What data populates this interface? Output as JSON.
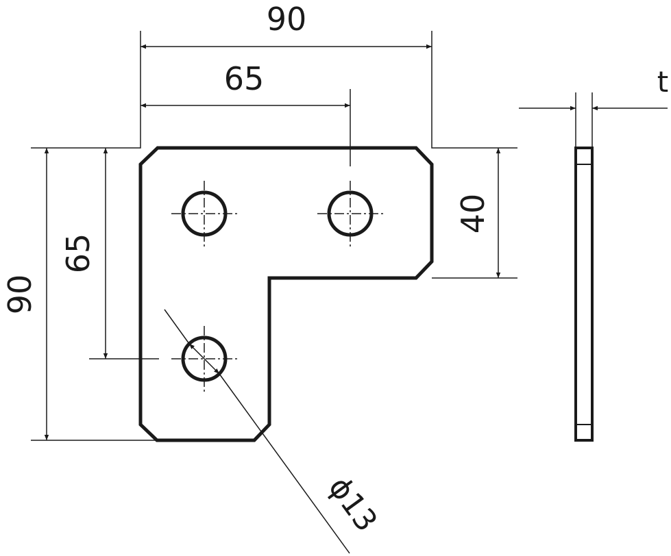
{
  "dimensions": {
    "overall_width": "90",
    "hole_spacing_horizontal": "65",
    "overall_height": "90",
    "hole_spacing_vertical": "65",
    "leg_width": "40",
    "hole_diameter": "ϕ13",
    "thickness": "t"
  },
  "colors": {
    "line": "#1a1a1a",
    "background": "#ffffff"
  }
}
